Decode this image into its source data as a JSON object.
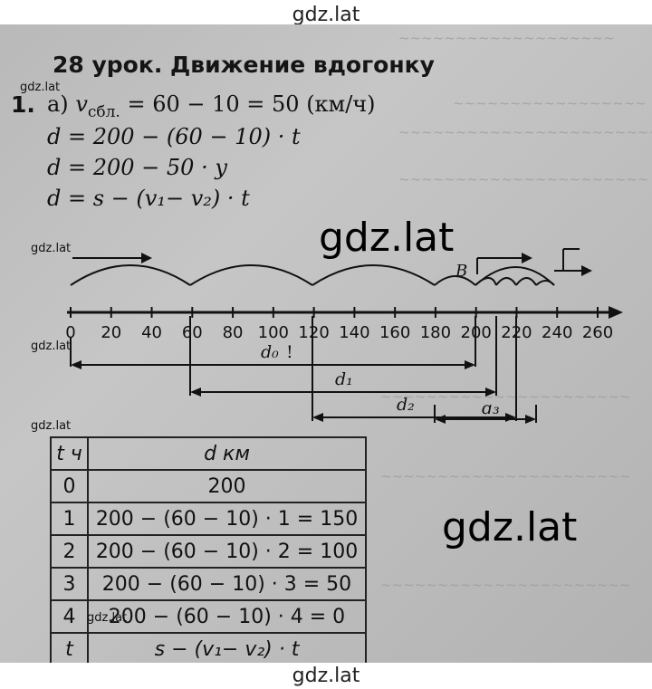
{
  "watermark": "gdz.lat",
  "title": "28 урок. Движение вдогонку",
  "exercise_number": "1.",
  "solution": {
    "line1_prefix": "а)",
    "line1_var": "v",
    "line1_sub": "сбл.",
    "line1_rest": " = 60 − 10 = 50 (км/ч)",
    "line2": "d = 200 − (60 − 10) · t",
    "line3": "d = 200 − 50 · y",
    "line4": "d = s − (v₁− v₂) · t"
  },
  "number_line": {
    "ticks": [
      "0",
      "20",
      "40",
      "60",
      "80",
      "100",
      "120",
      "140",
      "160",
      "180",
      "200",
      "220",
      "240",
      "260"
    ],
    "point_label": "B",
    "distances": [
      "d₀",
      "d₁",
      "d₂",
      "d₃"
    ]
  },
  "table": {
    "header_t": "t ч",
    "header_d": "d км",
    "rows": [
      {
        "t": "0",
        "d": "200"
      },
      {
        "t": "1",
        "d": "200 − (60 − 10) · 1 = 150"
      },
      {
        "t": "2",
        "d": "200 − (60 − 10) · 2 = 100"
      },
      {
        "t": "3",
        "d": "200 − (60 − 10) · 3 = 50"
      },
      {
        "t": "4",
        "d": "200 − (60 − 10) · 4 = 0"
      },
      {
        "t": "t",
        "d": "s − (v₁− v₂) · t"
      }
    ]
  }
}
